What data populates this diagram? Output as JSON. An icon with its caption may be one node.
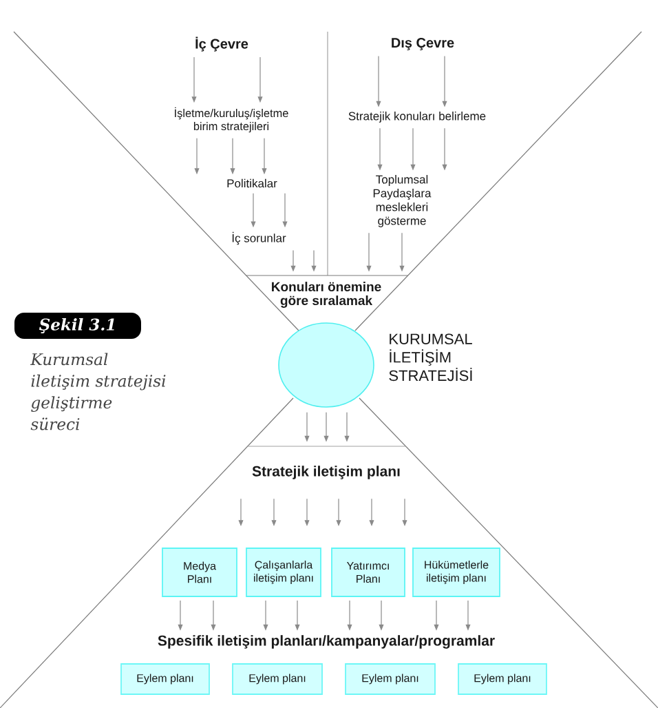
{
  "diagram": {
    "title": "Şekil 3.1",
    "caption": "Kurumsal iletişim stratejisi geliştirme süreci",
    "nodes": [
      {
        "text": [
          "İç Çevre"
        ]
      },
      {
        "text": [
          "Dış Çevre"
        ]
      },
      {
        "text": [
          "İşletme/kuruluş/işletme birim stratejileri"
        ]
      },
      {
        "text": [
          "Stratejik konuları belirleme"
        ]
      },
      {
        "text": [
          "Politikalar"
        ]
      },
      {
        "text": [
          "Toplumsal Paydaşlara meslekleri gösterme"
        ]
      },
      {
        "text": [
          "İç sorunlar"
        ]
      },
      {
        "text": [
          "Konuları önemine göre sıralamak"
        ]
      },
      {
        "text": [],
        "shape": "circle",
        "beside": [
          "KURUMSAL İLETİŞİM STRATEJİSİ"
        ]
      },
      {
        "text": [
          "Stratejik iletişim planı"
        ]
      },
      {
        "text": [
          "Medya Planı"
        ]
      },
      {
        "text": [
          "Çalışanlarla iletişim planı"
        ]
      },
      {
        "text": [
          "Yatırımcı Planı"
        ]
      },
      {
        "text": [
          "Hükümetlerle iletişim planı"
        ]
      },
      {
        "text": [
          "Spesifik iletişim planları/kampanyalar/programlar"
        ]
      },
      {
        "text": [
          "Eylem planı"
        ]
      },
      {
        "text": [
          "Eylem planı"
        ]
      },
      {
        "text": [
          "Eylem planı"
        ]
      },
      {
        "text": [
          "Eylem planı"
        ]
      }
    ],
    "edges": [
      {
        "from": 0,
        "to": 2,
        "arrow": "to"
      },
      {
        "from": 0,
        "to": 2,
        "arrow": "to"
      },
      {
        "from": 1,
        "to": 3,
        "arrow": "to"
      },
      {
        "from": 1,
        "to": 3,
        "arrow": "to"
      },
      {
        "from": 2,
        "to": 4,
        "arrow": "to"
      },
      {
        "from": 2,
        "to": 4,
        "arrow": "to"
      },
      {
        "from": 2,
        "to": 4,
        "arrow": "to"
      },
      {
        "from": 3,
        "to": 5,
        "arrow": "to"
      },
      {
        "from": 3,
        "to": 5,
        "arrow": "to"
      },
      {
        "from": 3,
        "to": 5,
        "arrow": "to"
      },
      {
        "from": 4,
        "to": 6,
        "arrow": "to"
      },
      {
        "from": 4,
        "to": 6,
        "arrow": "to"
      },
      {
        "from": 6,
        "to": 7,
        "arrow": "to"
      },
      {
        "from": 6,
        "to": 7,
        "arrow": "to"
      },
      {
        "from": 5,
        "to": 7,
        "arrow": "to"
      },
      {
        "from": 5,
        "to": 7,
        "arrow": "to"
      },
      {
        "from": 8,
        "to": 9,
        "arrow": "to"
      },
      {
        "from": 8,
        "to": 9,
        "arrow": "to"
      },
      {
        "from": 8,
        "to": 9,
        "arrow": "to"
      },
      {
        "from": 9,
        "to": null,
        "arrow": "to"
      },
      {
        "from": 9,
        "to": null,
        "arrow": "to"
      },
      {
        "from": 9,
        "to": null,
        "arrow": "to"
      },
      {
        "from": 9,
        "to": null,
        "arrow": "to"
      },
      {
        "from": 9,
        "to": null,
        "arrow": "to"
      },
      {
        "from": 9,
        "to": null,
        "arrow": "to"
      },
      {
        "from": 10,
        "to": 14,
        "arrow": "to"
      },
      {
        "from": 10,
        "to": 14,
        "arrow": "to"
      },
      {
        "from": 11,
        "to": 14,
        "arrow": "to"
      },
      {
        "from": 11,
        "to": 14,
        "arrow": "to"
      },
      {
        "from": 12,
        "to": 14,
        "arrow": "to"
      },
      {
        "from": 12,
        "to": 14,
        "arrow": "to"
      },
      {
        "from": 13,
        "to": 14,
        "arrow": "to"
      },
      {
        "from": 13,
        "to": 14,
        "arrow": "to"
      }
    ]
  }
}
